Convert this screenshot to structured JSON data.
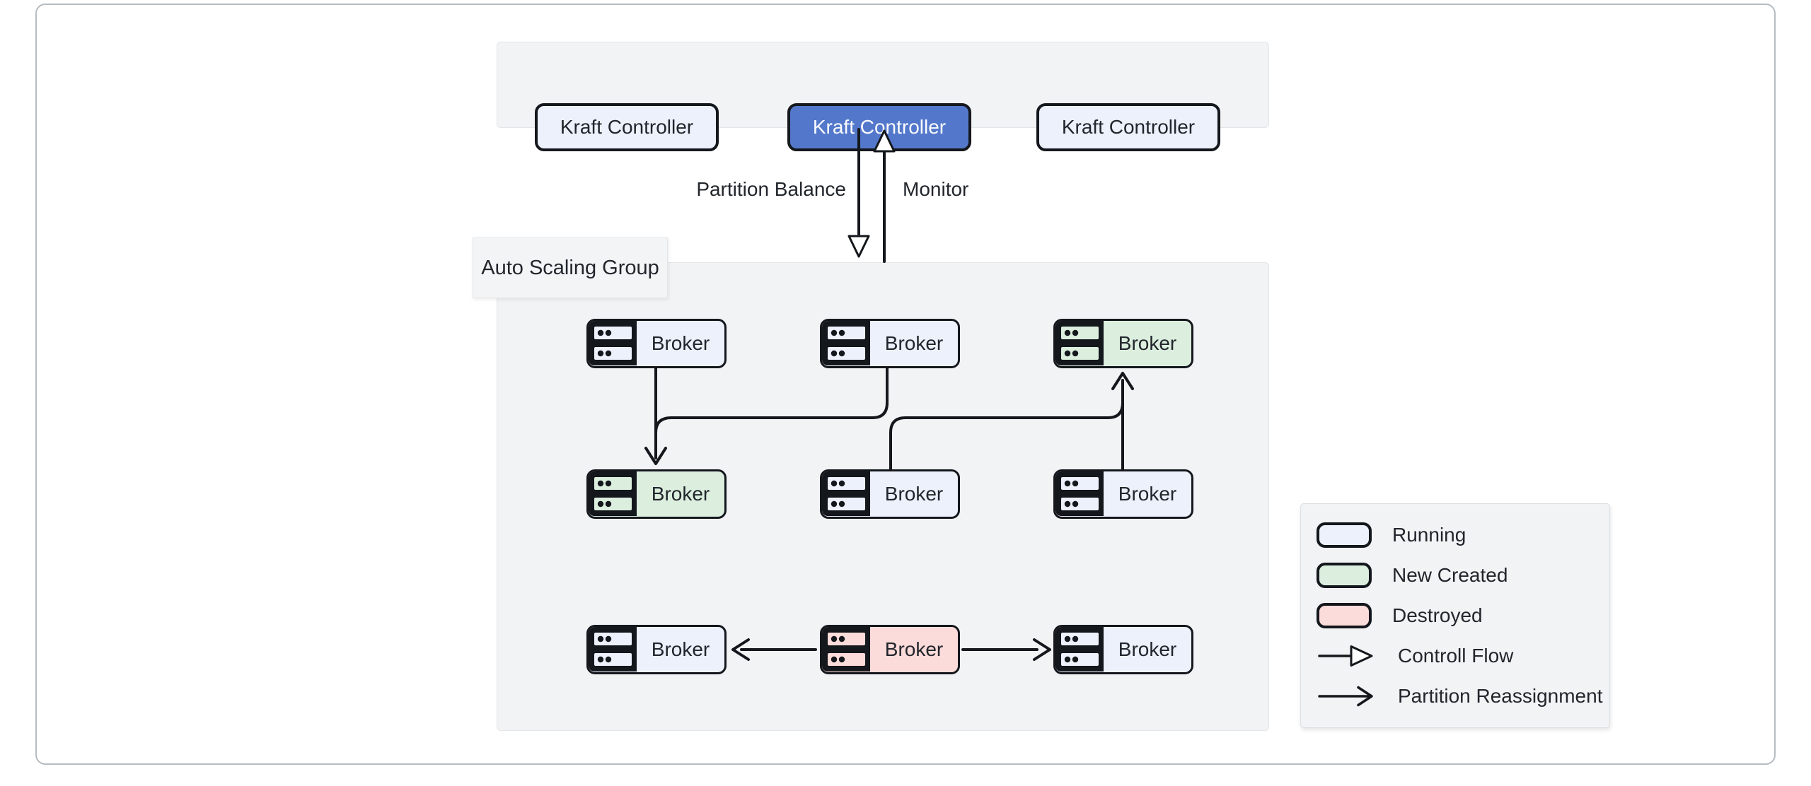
{
  "colors": {
    "page_bg": "#ffffff",
    "frame_border": "#b6bcc3",
    "container_bg": "#f1f3f4",
    "container_border": "#e3e5e8",
    "label_box_bg": "#f2f4f5",
    "legend_bg": "#f1f3f4",
    "legend_border": "#dcdfe2",
    "ink": "#14171c",
    "text": "#22262c",
    "running_fill": "#ecf1fb",
    "new_created_fill": "#dcefdf",
    "destroyed_fill": "#fcdcda",
    "leader_fill": "#5378cb",
    "leader_text": "#fafbfe"
  },
  "controller_group": {
    "items": [
      {
        "label": "Kraft Controller",
        "state": "running"
      },
      {
        "label": "Kraft Controller",
        "state": "leader"
      },
      {
        "label": "Kraft Controller",
        "state": "running"
      }
    ]
  },
  "flow_labels": {
    "partition_balance": "Partition Balance",
    "monitor": "Monitor"
  },
  "asg": {
    "label": "Auto Scaling Group",
    "brokers": [
      {
        "label": "Broker",
        "state": "running"
      },
      {
        "label": "Broker",
        "state": "running"
      },
      {
        "label": "Broker",
        "state": "new_created"
      },
      {
        "label": "Broker",
        "state": "new_created"
      },
      {
        "label": "Broker",
        "state": "running"
      },
      {
        "label": "Broker",
        "state": "running"
      },
      {
        "label": "Broker",
        "state": "running"
      },
      {
        "label": "Broker",
        "state": "destroyed"
      },
      {
        "label": "Broker",
        "state": "running"
      }
    ]
  },
  "edges": {
    "control_flow": [
      {
        "from": "kraft-controller-leader",
        "to": "auto-scaling-group",
        "label": "Partition Balance"
      },
      {
        "from": "auto-scaling-group",
        "to": "kraft-controller-leader",
        "label": "Monitor"
      }
    ],
    "partition_reassignment": [
      {
        "from": "broker-r1c1",
        "to": "broker-r2c1"
      },
      {
        "from": "broker-r1c2",
        "to": "broker-r2c1"
      },
      {
        "from": "broker-r2c2",
        "to": "broker-r1c3"
      },
      {
        "from": "broker-r2c3",
        "to": "broker-r1c3"
      },
      {
        "from": "broker-r3c2",
        "to": "broker-r3c1"
      },
      {
        "from": "broker-r3c2",
        "to": "broker-r3c3"
      }
    ]
  },
  "legend": {
    "items": [
      {
        "label": "Running",
        "kind": "running"
      },
      {
        "label": "New Created",
        "kind": "new_created"
      },
      {
        "label": "Destroyed",
        "kind": "destroyed"
      },
      {
        "label": "Controll Flow",
        "kind": "control_flow_arrow"
      },
      {
        "label": "Partition Reassignment",
        "kind": "partition_reassignment_arrow"
      }
    ]
  }
}
